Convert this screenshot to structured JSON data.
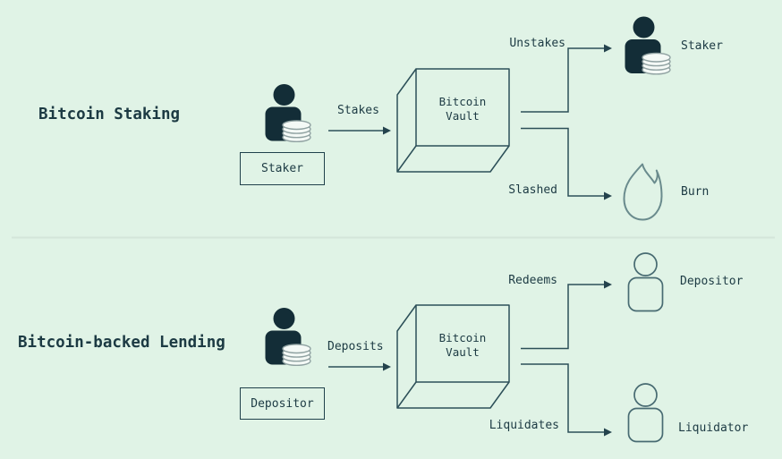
{
  "diagram": {
    "colors": {
      "background": "#e0f3e6",
      "text": "#1c3a43",
      "icon_fill": "#132d37",
      "line_stroke": "#2c4f58",
      "outline_icon_stroke": "#486b72",
      "flame_stroke": "#6a8b8d",
      "coin_fill": "#f4f9f6",
      "coin_stroke": "#8fa1a1",
      "divider": "#d4e5da"
    },
    "sections": [
      {
        "title": "Bitcoin Staking",
        "actor_label": "Staker",
        "actor_icon": "person-with-coins-icon",
        "action_in": "Stakes",
        "vault": {
          "line1": "Bitcoin",
          "line2": "Vault"
        },
        "outcomes": [
          {
            "action": "Unstakes",
            "target": "Staker",
            "icon": "person-with-coins-icon"
          },
          {
            "action": "Slashed",
            "target": "Burn",
            "icon": "flame-icon"
          }
        ]
      },
      {
        "title": "Bitcoin-backed Lending",
        "actor_label": "Depositor",
        "actor_icon": "person-with-coins-icon",
        "action_in": "Deposits",
        "vault": {
          "line1": "Bitcoin",
          "line2": "Vault"
        },
        "outcomes": [
          {
            "action": "Redeems",
            "target": "Depositor",
            "icon": "person-outline-icon"
          },
          {
            "action": "Liquidates",
            "target": "Liquidator",
            "icon": "person-outline-icon"
          }
        ]
      }
    ]
  }
}
